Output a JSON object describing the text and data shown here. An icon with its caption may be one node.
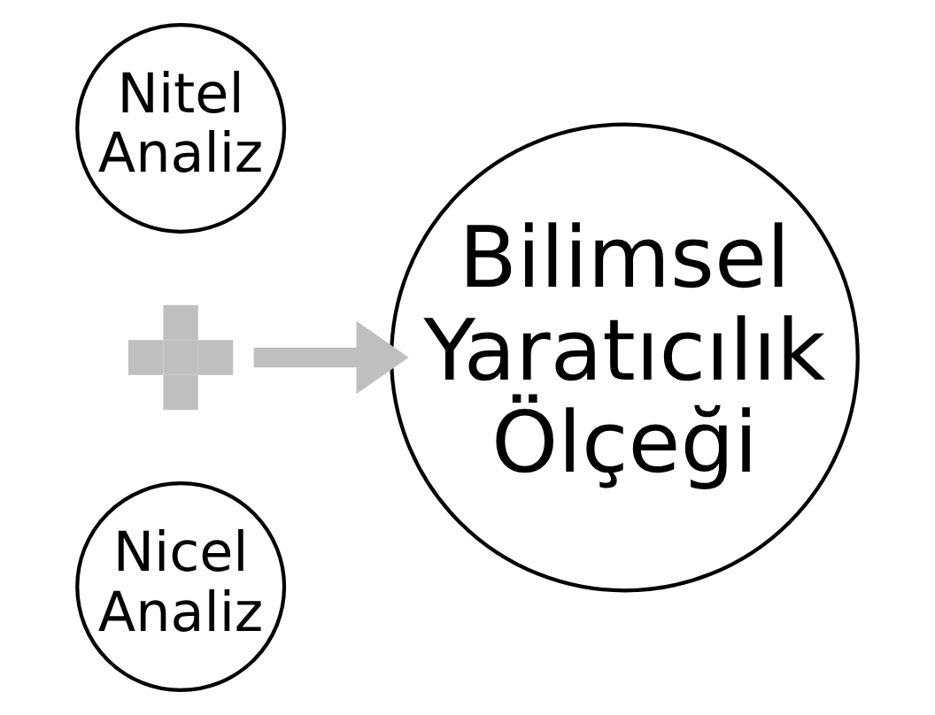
{
  "diagram": {
    "nodes": [
      {
        "text": [
          "Nitel Analiz"
        ]
      },
      {
        "text": [],
        "shape": "plus"
      },
      {
        "text": [
          "Nicel Analiz"
        ]
      },
      {
        "text": [
          "Bilimsel Yaratıcılık Ölçeği"
        ]
      }
    ],
    "edges": [
      {
        "from": 1,
        "to": 3,
        "arrow": "to",
        "color": "#bfbfbf"
      }
    ]
  }
}
